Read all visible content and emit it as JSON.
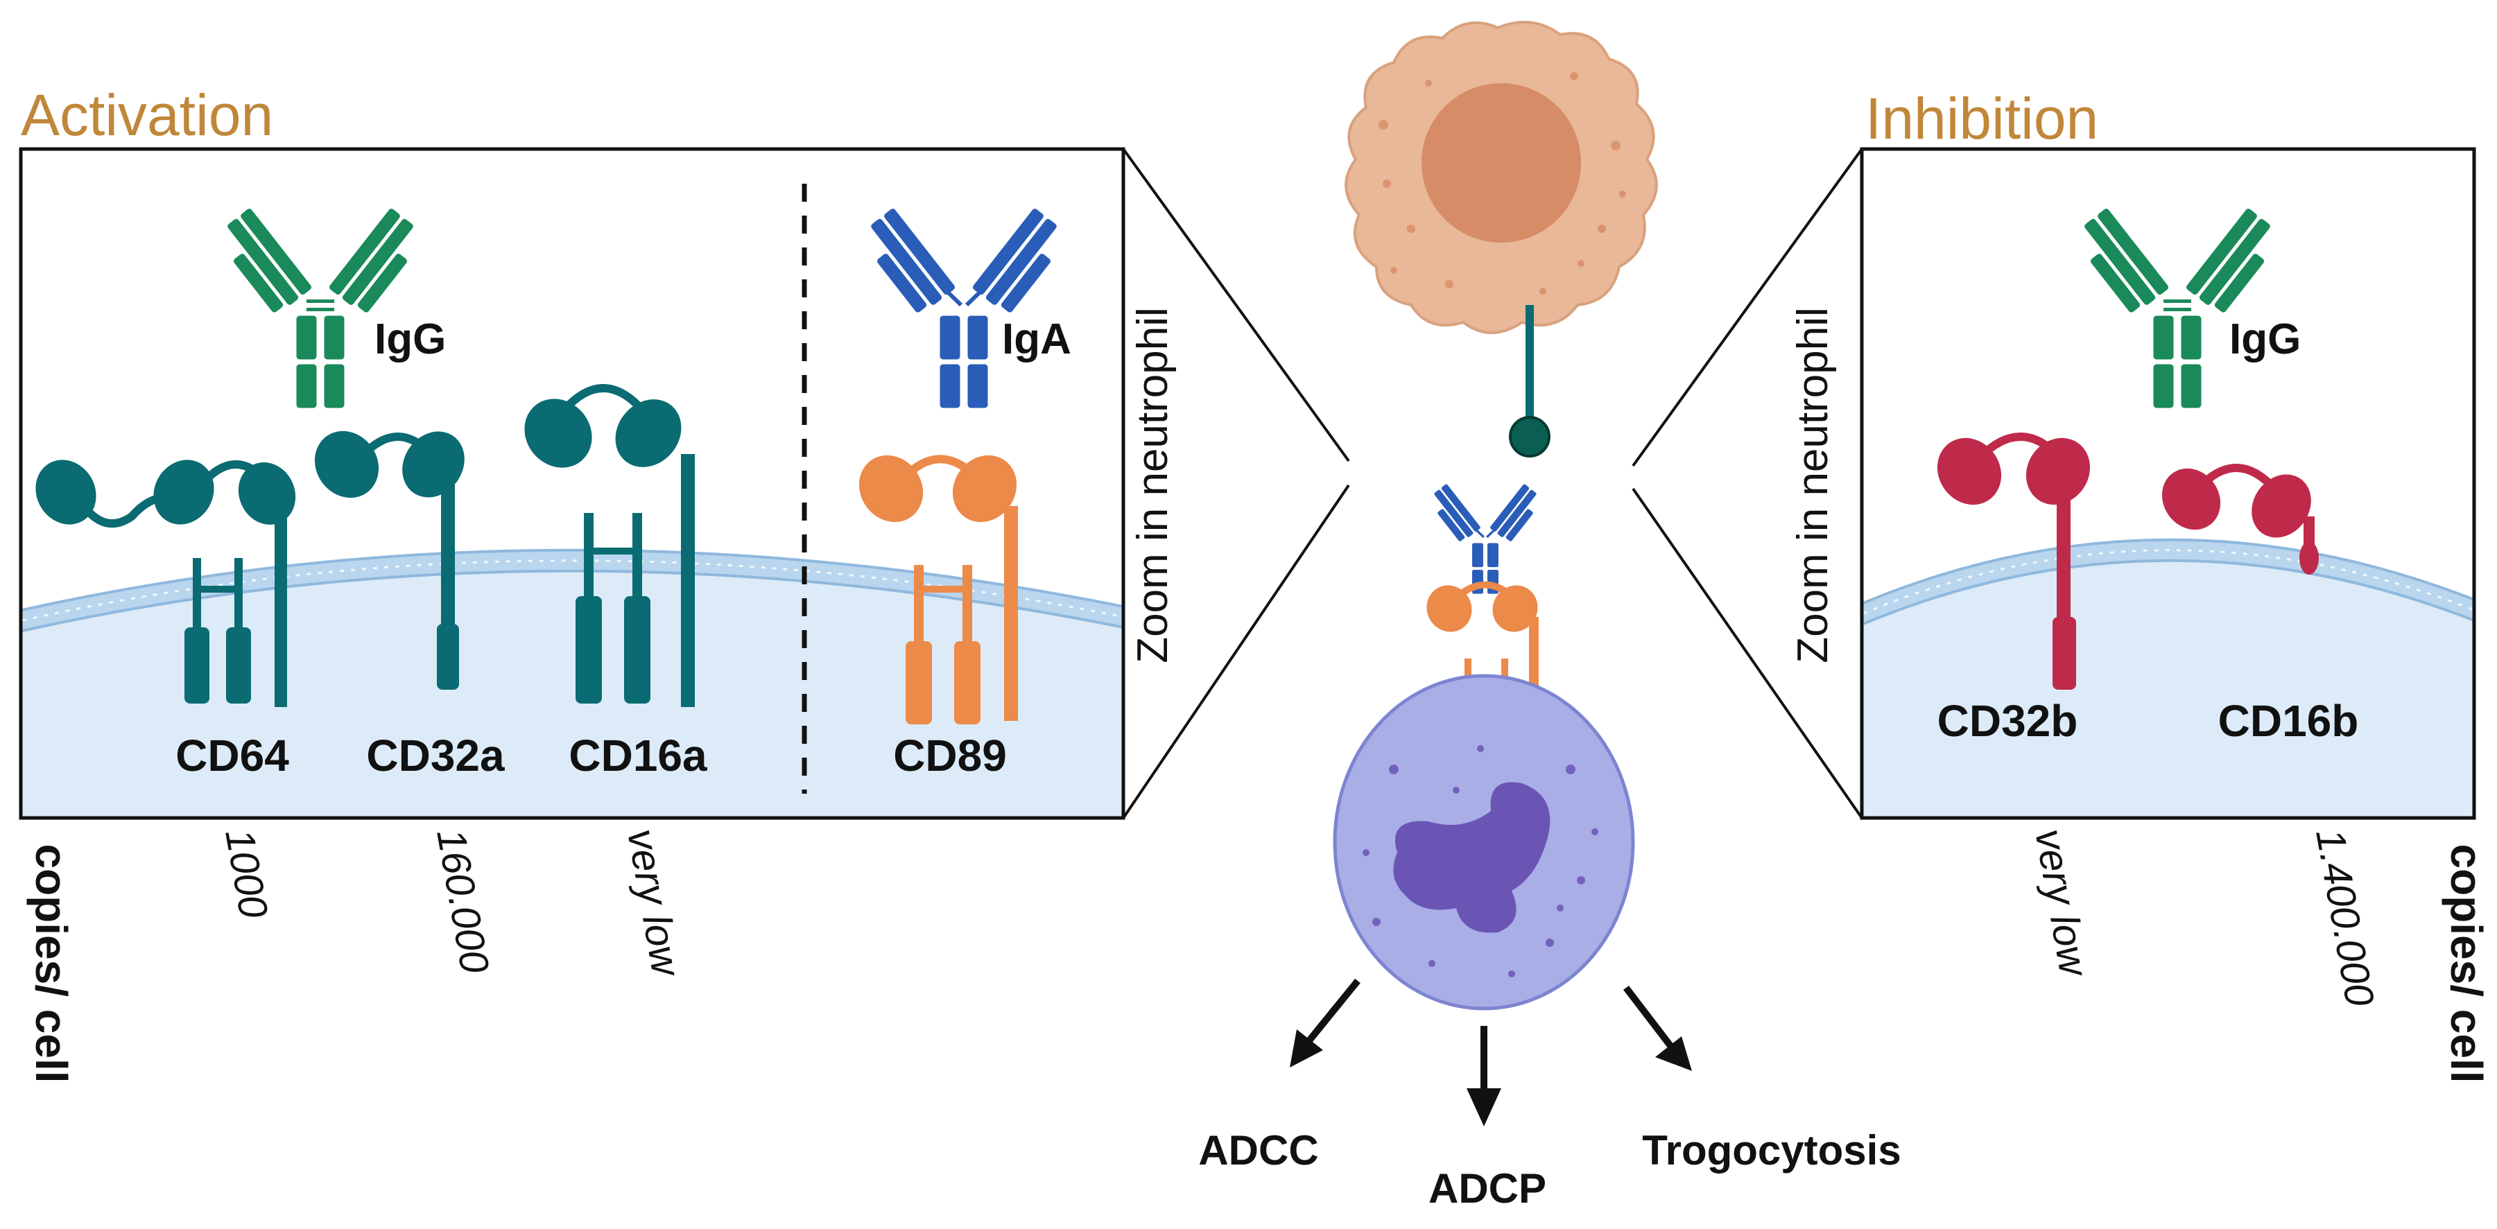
{
  "activation": {
    "heading": "Activation",
    "antibody_igg": "IgG",
    "antibody_iga": "IgA",
    "receptors": [
      "CD64",
      "CD32a",
      "CD16a",
      "CD89"
    ],
    "copies_label": "copies/ cell",
    "counts": [
      "1000",
      "160.000",
      "very low"
    ],
    "zoom_label": "Zoom in neutrophil"
  },
  "inhibition": {
    "heading": "Inhibition",
    "antibody_igg": "IgG",
    "receptors": [
      "CD32b",
      "CD16b"
    ],
    "copies_label": "copies/ cell",
    "counts": [
      "very low",
      "1.400.000"
    ],
    "zoom_label": "Zoom in neutrophil"
  },
  "functions": [
    "ADCC",
    "ADCP",
    "Trogocytosis"
  ],
  "colors": {
    "heading": "#c0873a",
    "igg": "#1a8a5a",
    "iga": "#2a5db8",
    "activating_receptor": "#0b6b72",
    "cd89": "#ec8a4a",
    "inhibitory_receptor": "#c02a4a",
    "cytoplasm": "#dcebf7",
    "membrane": "#b9d6ee",
    "tumor_cell": "#e8b898",
    "tumor_nucleus": "#d68c66",
    "neutrophil": "#a9aee6",
    "neutrophil_nucleus": "#6a55b5"
  }
}
